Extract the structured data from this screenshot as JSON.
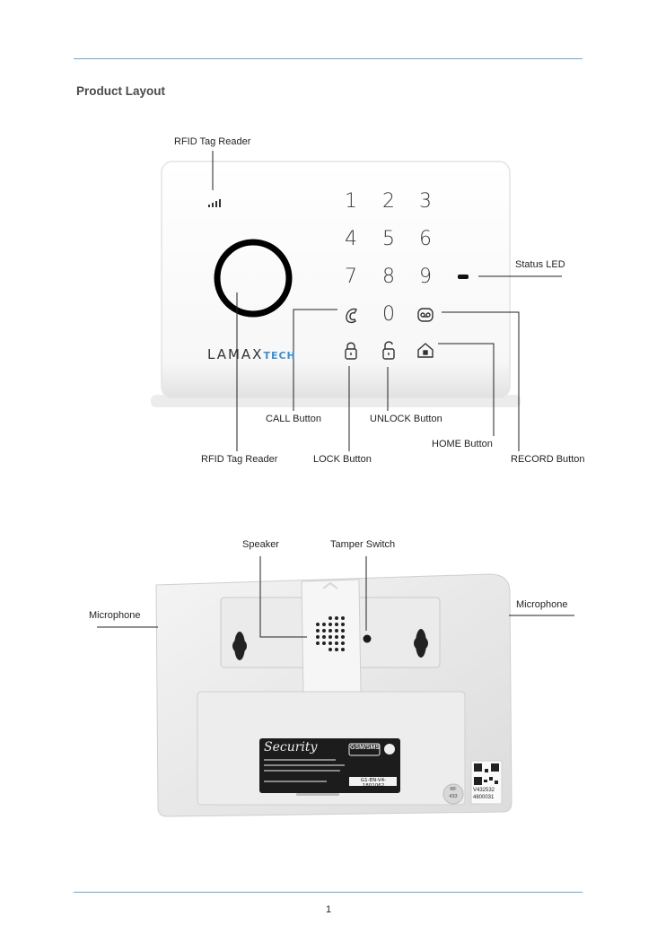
{
  "heading": "Product Layout",
  "page_number": "1",
  "front": {
    "brand": {
      "main": "LAMAX",
      "suffix": "TECH"
    },
    "keypad": [
      "1",
      "2",
      "3",
      "4",
      "5",
      "6",
      "7",
      "8",
      "9",
      "0"
    ],
    "labels": {
      "rfid_top": "RFID Tag Reader",
      "status_led": "Status LED",
      "call": "CALL Button",
      "unlock": "UNLOCK Button",
      "home": "HOME Button",
      "rfid_bottom": "RFID Tag Reader",
      "lock": "LOCK Button",
      "record": "RECORD Button"
    }
  },
  "back": {
    "labels": {
      "speaker": "Speaker",
      "tamper": "Tamper Switch",
      "mic_left": "Microphone",
      "mic_right": "Microphone"
    },
    "sticker": {
      "brand": "Security",
      "badge": "GSM/SMS",
      "serial": "G1-EN-V4-1801062",
      "qr_line1": "V432532",
      "qr_line2": "4800031",
      "rf": "RF",
      "rf_freq": "433"
    }
  },
  "colors": {
    "rule": "#6aa6d6",
    "brand_blue": "#3d8fd1"
  }
}
